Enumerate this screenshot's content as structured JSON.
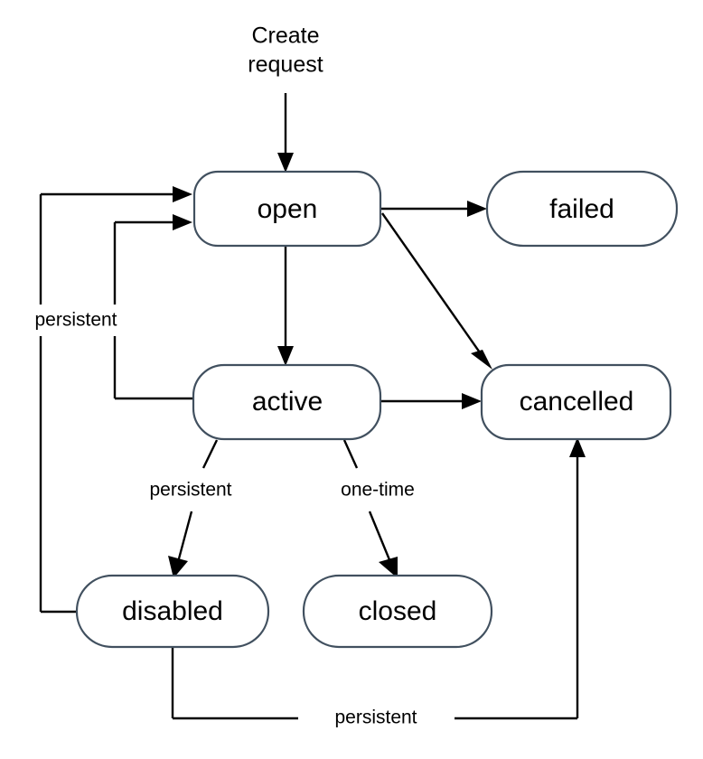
{
  "diagram": {
    "type": "state-transition-diagram",
    "background_color": "#ffffff",
    "node_border_color": "#41505f",
    "node_fill_color": "#ffffff",
    "edge_color": "#000000",
    "text_color": "#000000",
    "start_label": {
      "line1": "Create",
      "line2": "request"
    },
    "states": [
      {
        "id": "open",
        "label": "open"
      },
      {
        "id": "failed",
        "label": "failed"
      },
      {
        "id": "active",
        "label": "active"
      },
      {
        "id": "cancelled",
        "label": "cancelled"
      },
      {
        "id": "disabled",
        "label": "disabled"
      },
      {
        "id": "closed",
        "label": "closed"
      }
    ],
    "transitions": [
      {
        "from": "start",
        "to": "open",
        "label": ""
      },
      {
        "from": "open",
        "to": "failed",
        "label": ""
      },
      {
        "from": "open",
        "to": "active",
        "label": ""
      },
      {
        "from": "open",
        "to": "cancelled",
        "label": ""
      },
      {
        "from": "active",
        "to": "cancelled",
        "label": ""
      },
      {
        "from": "active",
        "to": "open",
        "label": "persistent"
      },
      {
        "from": "active",
        "to": "disabled",
        "label": "persistent"
      },
      {
        "from": "active",
        "to": "closed",
        "label": "one-time"
      },
      {
        "from": "disabled",
        "to": "open",
        "label": "persistent"
      },
      {
        "from": "disabled",
        "to": "cancelled",
        "label": "persistent"
      }
    ],
    "edge_labels": {
      "left_outer_persistent": "persistent",
      "active_to_disabled": "persistent",
      "active_to_closed": "one-time",
      "bottom_persistent": "persistent"
    }
  }
}
